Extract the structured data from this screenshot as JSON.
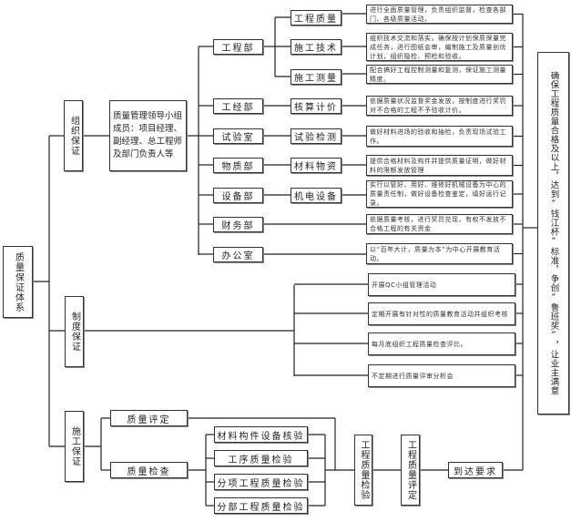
{
  "root": "质量保证体系",
  "branches": {
    "organization": "组织保证",
    "system": "制度保证",
    "construction": "施工保证"
  },
  "leader": "质量管理领导小组成员：项目经理、副经理、总工程师及部门负责人等",
  "departments": [
    "工程部",
    "工经部",
    "试验室",
    "物质部",
    "设备部",
    "财务部",
    "办公室"
  ],
  "functions": [
    "工程质量",
    "施工技术",
    "施工测量",
    "核算计价",
    "试验检测",
    "材料物资",
    "机电设备"
  ],
  "descriptions": [
    "进行全面质量管理，负责组织监督，检查各部门、各级质量活动。",
    "组织技术交流和落实，确保按计划保质保量完成任务，进行图纸会审，编制施工及质量创优计划，组织隐检、预检和验收。",
    "配合搞好工程控制测量和复测，保证施工测量精度。",
    "依据质量状况监督奖金发放，按制度进行奖罚对不合格的工程不予验收计价。",
    "做好材料进场的验收和抽检，负责现场试验工作。",
    "提供合格材料及构件并提供质量证明，做好材料的限额发放管理",
    "实行以管好、用好、维修好机械设备为中心的质量责任制，做好设备检查鉴定，填好运行记录。",
    "依据质量考核，进行奖罚兑现，有权不发放不合格工程的有关资金",
    "以“百年大计，质量为本”为中心开展教育活动。"
  ],
  "system_items": [
    "开展QC小组管理活动",
    "定期开展有针对性的质量教育活动并组织考核",
    "每月底组织工程质量检查评比。",
    "不定期进行质量评审分析会"
  ],
  "construction": {
    "evaluation": "质量评定",
    "inspection": "质量检查",
    "checks": [
      "材料构件设备核验",
      "工序质量检验",
      "分项工程质量检验",
      "分部工程质量检验"
    ],
    "project_inspection": "工程质量检验",
    "project_evaluation": "工程质量评定",
    "meet_requirements": "到达要求"
  },
  "goal": "确保工程质量合格及以上，达到“钱江杯”标准，争创“鲁班奖”，让业主满意"
}
